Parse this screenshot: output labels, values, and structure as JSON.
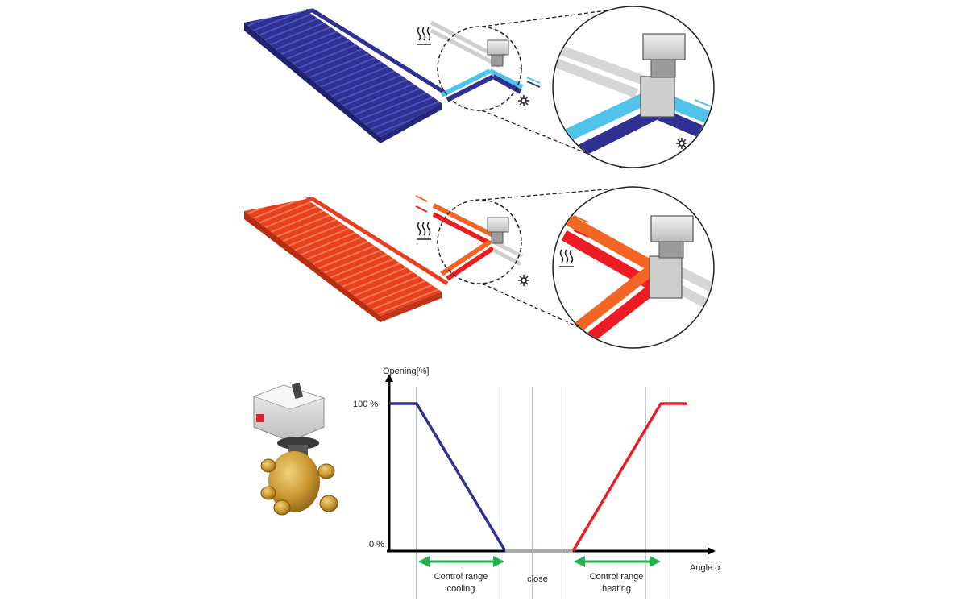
{
  "chart_data": {
    "type": "line",
    "ylabel": "Opening[%]",
    "xlabel": "Angle α",
    "y_ticks": [
      "100 %",
      "0 %"
    ],
    "ylim": [
      0,
      100
    ],
    "series": [
      {
        "color": "#2e3192",
        "x": [
          0,
          1,
          3.5
        ],
        "y": [
          100,
          100,
          0
        ]
      },
      {
        "color": "#a7a9ac",
        "x": [
          3.5,
          5.5
        ],
        "y": [
          0,
          0
        ]
      },
      {
        "color": "#ed1c24",
        "x": [
          5.5,
          8.2,
          9
        ],
        "y": [
          0,
          100,
          100
        ]
      }
    ],
    "range_labels": {
      "cooling": [
        "Control range",
        "cooling"
      ],
      "close": "close",
      "heating": [
        "Control range",
        "heating"
      ]
    }
  },
  "colors": {
    "cooling": "#2e3192",
    "cooling_light": "#4fc3ea",
    "heating": "#ed1c24",
    "heating_light": "#f26522",
    "close": "#8d99a6",
    "range_arrow": "#22b14c"
  },
  "icons": [
    "heat-wave-icon",
    "snowflake-icon",
    "valve-actuator-photo"
  ]
}
